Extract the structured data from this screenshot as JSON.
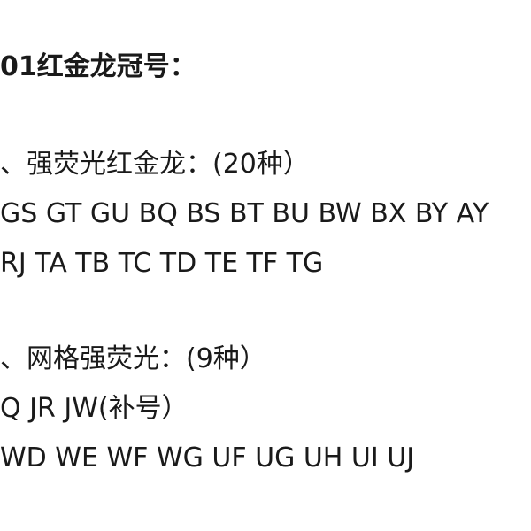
{
  "document": {
    "title": "01红金龙冠号：",
    "section1": {
      "heading": "、强荧光红金龙：(20种）",
      "line1": "GS GT GU BQ BS BT BU BW BX BY  AY",
      "line2": "RJ TA TB TC TD TE TF TG"
    },
    "section2": {
      "heading": "、网格强荧光：(9种）",
      "line1": "Q JR JW(补号）",
      "line2": "WD WE WF WG UF UG UH UI UJ"
    }
  }
}
